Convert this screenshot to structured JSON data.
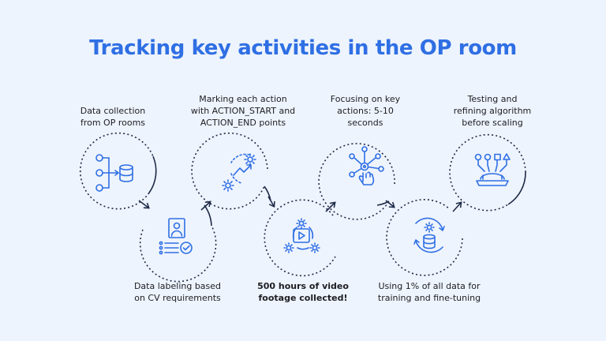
{
  "title": "Tracking key activities in the OP room",
  "colors": {
    "accent": "#2f6fe4",
    "background": "#eef4fd",
    "ring": "#1e2a48"
  },
  "steps": [
    {
      "icon": "data-collection-icon",
      "lines": [
        "Data collection",
        "from OP rooms"
      ],
      "bold": false
    },
    {
      "icon": "data-labeling-icon",
      "lines": [
        "Data labeling based",
        "on CV requirements"
      ],
      "bold": false
    },
    {
      "icon": "action-marking-icon",
      "lines": [
        "Marking each action",
        "with ACTION_START and",
        "ACTION_END points"
      ],
      "bold": false
    },
    {
      "icon": "video-footage-icon",
      "lines": [
        "500 hours of video",
        "footage collected!"
      ],
      "bold": true
    },
    {
      "icon": "key-actions-icon",
      "lines": [
        "Focusing on key",
        "actions: 5-10",
        "seconds"
      ],
      "bold": false
    },
    {
      "icon": "training-data-icon",
      "lines": [
        "Using 1% of all data for",
        "training and fine-tuning"
      ],
      "bold": false
    },
    {
      "icon": "testing-algorithm-icon",
      "lines": [
        "Testing and",
        "refining algorithm",
        "before scaling"
      ],
      "bold": false
    }
  ]
}
